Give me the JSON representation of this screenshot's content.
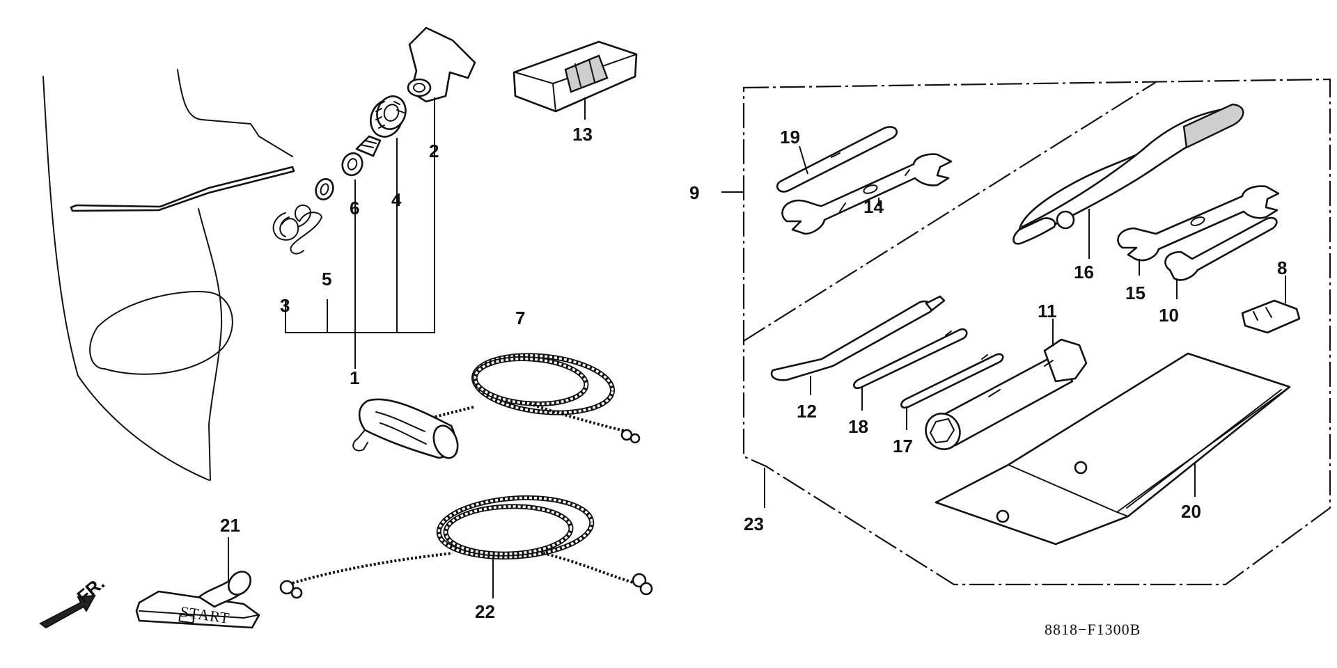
{
  "diagram_code": "8818−F1300B",
  "front_marker": "FR.",
  "starter_grip_text": "START",
  "callouts": {
    "c1": "1",
    "c2": "2",
    "c3": "3",
    "c4": "4",
    "c5": "5",
    "c6": "6",
    "c7": "7",
    "c8": "8",
    "c9": "9",
    "c10": "10",
    "c11": "11",
    "c12": "12",
    "c13": "13",
    "c14": "14",
    "c15": "15",
    "c16": "16",
    "c17": "17",
    "c18": "18",
    "c19": "19",
    "c20": "20",
    "c21": "21",
    "c22": "22",
    "c23": "23"
  }
}
